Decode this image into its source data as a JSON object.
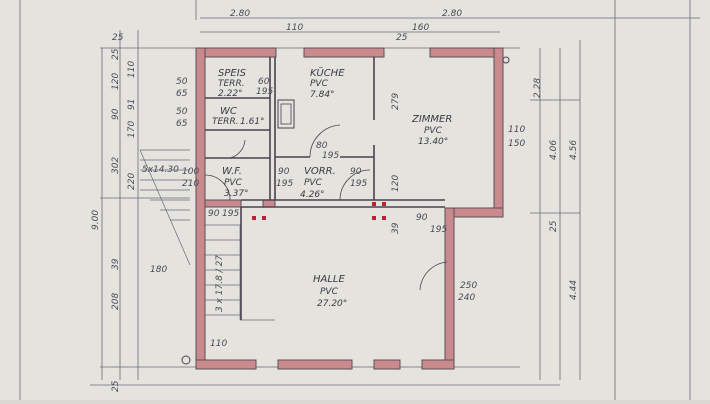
{
  "colors": {
    "paper": "#e7e6e1",
    "wall": "#c98a8e",
    "wall_outline": "#5a4f55",
    "ink": "#3a3a44"
  },
  "rooms": {
    "speis": {
      "name": "SPEIS",
      "sub": "TERR.",
      "area": "2.22°"
    },
    "kueche": {
      "name": "KÜCHE",
      "sub": "PVC",
      "area": "7.84°"
    },
    "wc": {
      "name": "WC",
      "sub": "TERR.",
      "area": "1.61°"
    },
    "wf": {
      "name": "W.F.",
      "sub": "PVC",
      "area": "3.37°"
    },
    "vorr": {
      "name": "VORR.",
      "sub": "PVC",
      "area": "4.26°"
    },
    "zimmer": {
      "name": "ZIMMER",
      "sub": "PVC",
      "area": "13.40°"
    },
    "halle": {
      "name": "HALLE",
      "sub": "PVC",
      "area": "27.20°"
    }
  },
  "dims": {
    "top_left": "2.80",
    "top_right": "2.80",
    "top_110": "110",
    "top_160": "160",
    "top_25a": "25",
    "top_25b": "25",
    "l_900": "9.00",
    "l_208": "208",
    "l_39": "39",
    "l_302": "302",
    "l_220": "220",
    "l_170": "170",
    "l_91": "91",
    "l_90": "90",
    "l_120": "120",
    "l_110": "110",
    "l_25": "25",
    "l_25b": "25",
    "r_456": "4.56",
    "r_444": "4.44",
    "r_406": "4.06",
    "r_228": "2.28",
    "r_25": "25",
    "d_50a": "50",
    "d_65a": "65",
    "d_50b": "50",
    "d_65b": "65",
    "d_60": "60",
    "d_195a": "195",
    "d_80": "80",
    "d_195b": "195",
    "d_90a": "90",
    "d_195c": "195",
    "d_90b": "90",
    "d_195d": "195",
    "d_100": "100",
    "d_210": "210",
    "d_90c": "90",
    "d_195e": "195",
    "d_279": "279",
    "d_120": "120",
    "d_110": "110",
    "d_150": "150",
    "d_90d": "90",
    "d_195f": "195",
    "d_250": "250",
    "d_240": "240",
    "d_180": "180",
    "d_110b": "110",
    "d_3x1730": "3 x 17.8 / 27",
    "d_5x1430": "5x14.30",
    "d_39": "39"
  }
}
